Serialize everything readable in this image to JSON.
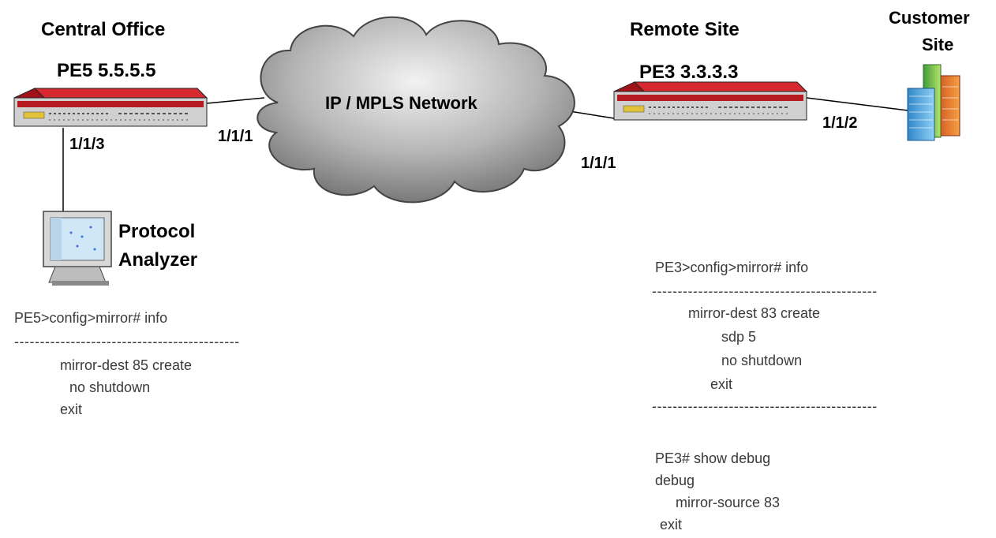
{
  "sites": {
    "central": {
      "label": "Central Office",
      "router": "PE5 5.5.5.5"
    },
    "remote": {
      "label": "Remote Site",
      "router": "PE3 3.3.3.3"
    },
    "customer": {
      "line1": "Customer",
      "line2": "Site"
    }
  },
  "network": {
    "label": "IP / MPLS Network"
  },
  "ports": {
    "pe5_analyzer": "1/1/3",
    "pe5_network": "1/1/1",
    "pe3_network": "1/1/1",
    "pe3_customer": "1/1/2"
  },
  "analyzer": {
    "line1": "Protocol",
    "line2": "Analyzer"
  },
  "pe5_config": {
    "prompt": "PE5>config>mirror# info",
    "separator": "--------------------------------------------",
    "lines": [
      "mirror-dest 85 create",
      "no shutdown",
      "exit"
    ]
  },
  "pe3_config": {
    "prompt": "PE3>config>mirror# info",
    "separator": "--------------------------------------------",
    "lines": [
      "mirror-dest 83 create",
      "sdp 5",
      "no shutdown",
      "exit"
    ],
    "separator2": "--------------------------------------------"
  },
  "pe3_debug": {
    "prompt": "PE3# show debug",
    "lines": [
      "debug",
      "mirror-source 83",
      "exit"
    ]
  },
  "colors": {
    "router_red": "#c0121b",
    "router_gray": "#cfcfcf",
    "cloud": "#8f8f8f"
  }
}
